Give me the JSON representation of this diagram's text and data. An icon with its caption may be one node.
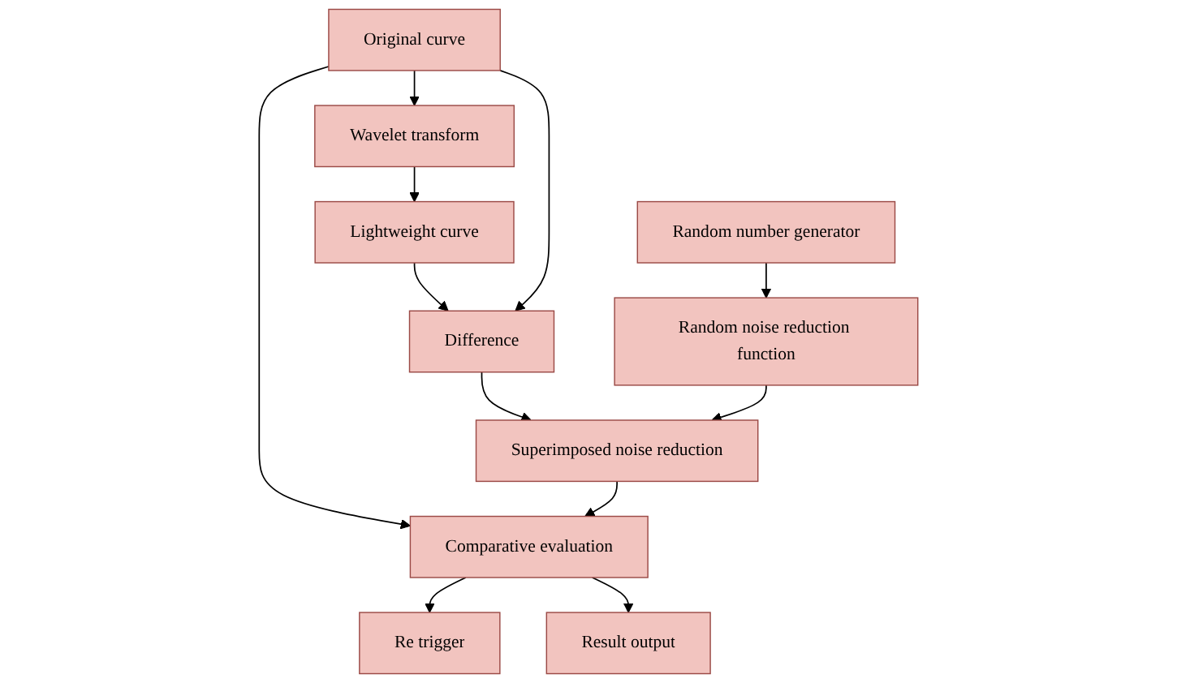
{
  "diagram": {
    "nodes": [
      {
        "text": [
          "Original curve"
        ]
      },
      {
        "text": [
          "Wavelet transform"
        ]
      },
      {
        "text": [
          "Random number generator"
        ]
      },
      {
        "text": [
          "Lightweight curve"
        ]
      },
      {
        "text": [
          "Difference"
        ]
      },
      {
        "text": [
          "Random noise reduction function"
        ]
      },
      {
        "text": [
          "Superimposed noise reduction"
        ]
      },
      {
        "text": [
          "Comparative evaluation"
        ]
      },
      {
        "text": [
          "Re trigger"
        ]
      },
      {
        "text": [
          "Result output"
        ]
      }
    ],
    "edges": [
      {
        "from": 0,
        "to": 1,
        "arrow": "to"
      },
      {
        "from": 1,
        "to": 3,
        "arrow": "to"
      },
      {
        "from": 3,
        "to": 4,
        "arrow": "to"
      },
      {
        "from": 0,
        "to": 4,
        "arrow": "to"
      },
      {
        "from": 2,
        "to": 5,
        "arrow": "to"
      },
      {
        "from": 4,
        "to": 6,
        "arrow": "to"
      },
      {
        "from": 5,
        "to": 6,
        "arrow": "to"
      },
      {
        "from": 0,
        "to": 7,
        "arrow": "to"
      },
      {
        "from": 6,
        "to": 7,
        "arrow": "to"
      },
      {
        "from": 7,
        "to": 8,
        "arrow": "to"
      },
      {
        "from": 7,
        "to": 9,
        "arrow": "to"
      }
    ]
  }
}
